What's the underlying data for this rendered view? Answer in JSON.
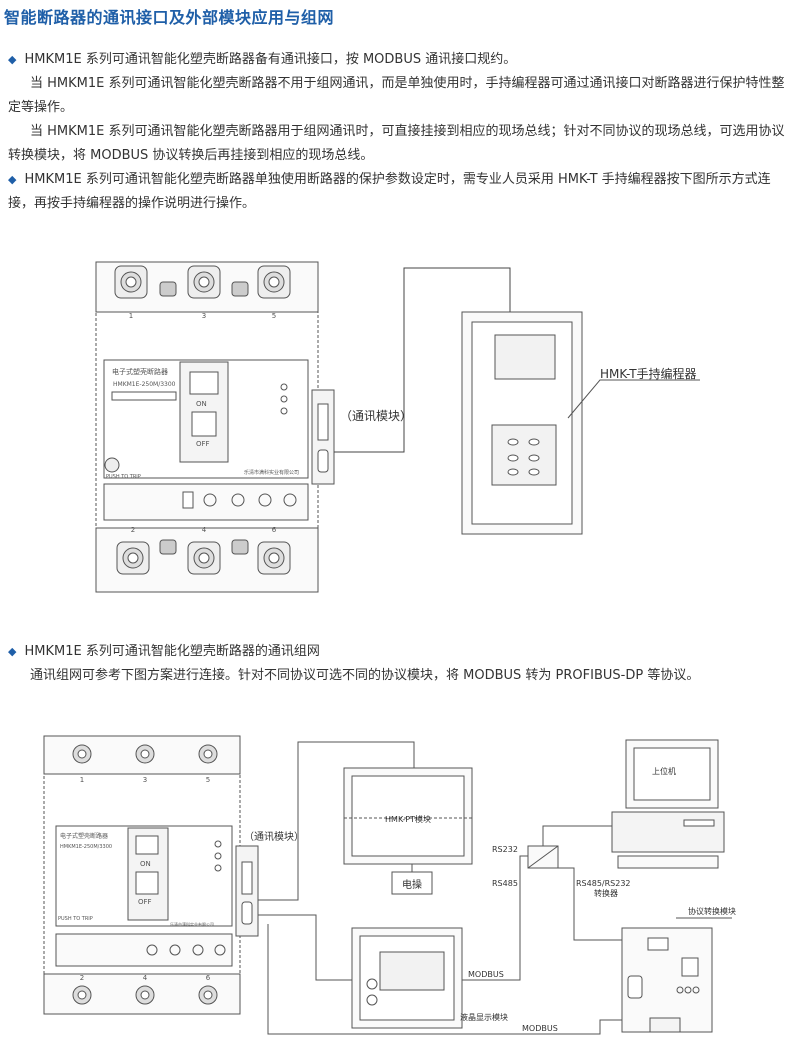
{
  "page_title": "智能断路器的通讯接口及外部模块应用与组网",
  "bullet_symbol": "◆",
  "section1": {
    "p1": "HMKM1E 系列可通讯智能化塑壳断路器备有通讯接口，按 MODBUS 通讯接口规约。",
    "p2": "当 HMKM1E 系列可通讯智能化塑壳断路器不用于组网通讯，而是单独使用时，手持编程器可通过通讯接口对断路器进行保护特性整定等操作。",
    "p3": "当 HMKM1E 系列可通讯智能化塑壳断路器用于组网通讯时，可直接挂接到相应的现场总线；针对不同协议的现场总线，可选用协议转换模块，将 MODBUS 协议转换后再挂接到相应的现场总线。",
    "p4": "HMKM1E 系列可通讯智能化塑壳断路器单独使用断路器的保护参数设定时，需专业人员采用 HMK-T 手持编程器按下图所示方式连接，再按手持编程器的操作说明进行操作。"
  },
  "diagram1": {
    "terminals_top": [
      "1",
      "3",
      "5"
    ],
    "terminals_bottom": [
      "2",
      "4",
      "6"
    ],
    "breaker_name": "电子式塑壳断路器",
    "model": "HMKM1E-250M/3300",
    "on_label": "ON",
    "off_label": "OFF",
    "push_label": "PUSH TO TRIP",
    "comm_module_label": "（通讯模块）",
    "programmer_label": "HMK-T手持编程器",
    "mfr": "乐清市满科实业有限公司"
  },
  "section2": {
    "p1": "HMKM1E 系列可通讯智能化塑壳断路器的通讯组网",
    "p2": "通讯组网可参考下图方案进行连接。针对不同协议可选不同的协议模块，将 MODBUS 转为 PROFIBUS-DP 等协议。"
  },
  "diagram2": {
    "terminals_top": [
      "1",
      "3",
      "5"
    ],
    "terminals_bottom": [
      "2",
      "4",
      "6"
    ],
    "breaker_name": "电子式塑壳断路器",
    "model": "HMKM1E-250M/3300",
    "on_label": "ON",
    "off_label": "OFF",
    "push_label": "PUSH TO TRIP",
    "comm_module_label": "（通讯模块）",
    "pt_module_label": "HMK-PT模块",
    "motor_label": "电操",
    "host_label": "上位机",
    "rs232_label": "RS232",
    "rs485_label": "RS485",
    "converter_label": "RS485/RS232",
    "converter_sub": "转换器",
    "protocol_module_label": "协议转换模块",
    "modbus1_label": "MODBUS",
    "modbus2_label": "MODBUS",
    "lcd_module_label": "液晶显示模块",
    "mfr": "乐清市满科实业有限公司"
  }
}
